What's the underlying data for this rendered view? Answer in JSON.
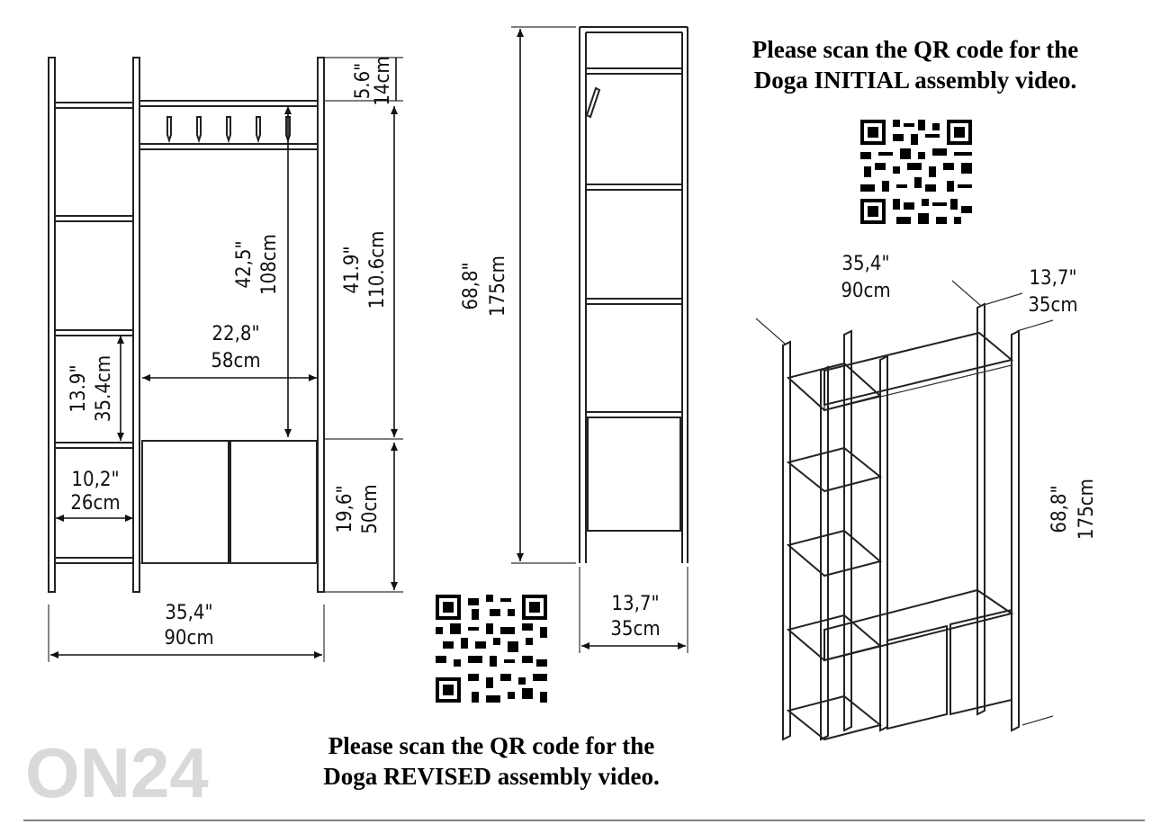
{
  "notices": {
    "initial": {
      "line1": "Please scan the QR code for the",
      "line2": "Doga INITIAL assembly video."
    },
    "revised": {
      "line1": "Please scan the QR code for the",
      "line2": "Doga REVISED assembly video."
    }
  },
  "front_view": {
    "top_gap": {
      "in": "5.6\"",
      "cm": "14cm"
    },
    "hook_height": {
      "in": "42,5\"",
      "cm": "108cm"
    },
    "open_height": {
      "in": "41.9\"",
      "cm": "110.6cm"
    },
    "inner_width": {
      "in": "22,8\"",
      "cm": "58cm"
    },
    "shelf_gap": {
      "in": "13.9\"",
      "cm": "35.4cm"
    },
    "side_width": {
      "in": "10,2\"",
      "cm": "26cm"
    },
    "cabinet_height": {
      "in": "19,6\"",
      "cm": "50cm"
    },
    "total_width": {
      "in": "35,4\"",
      "cm": "90cm"
    }
  },
  "side_view": {
    "height": {
      "in": "68,8\"",
      "cm": "175cm"
    },
    "depth": {
      "in": "13,7\"",
      "cm": "35cm"
    }
  },
  "iso_view": {
    "width": {
      "in": "35,4\"",
      "cm": "90cm"
    },
    "depth": {
      "in": "13,7\"",
      "cm": "35cm"
    },
    "height": {
      "in": "68,8\"",
      "cm": "175cm"
    }
  },
  "watermark": "ON24",
  "colors": {
    "ink": "#111111",
    "watermark": "#d9d9d9"
  }
}
